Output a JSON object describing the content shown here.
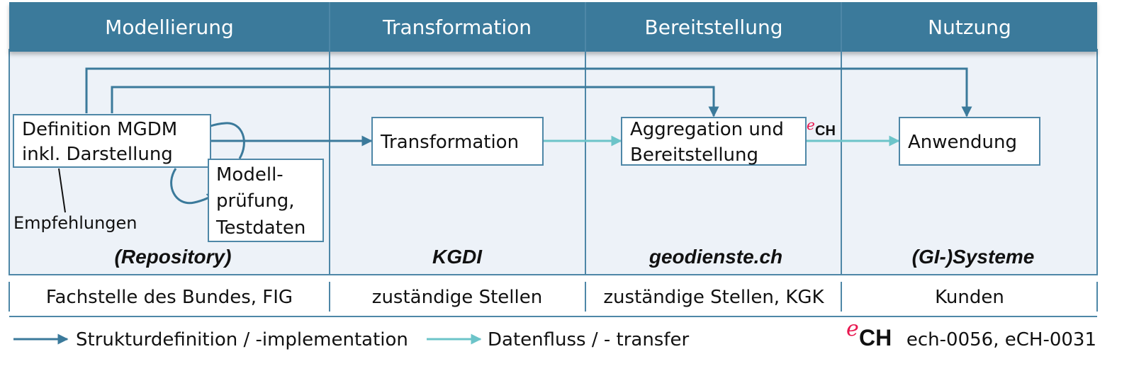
{
  "colors": {
    "header_bg": "#3b7a9b",
    "panel_bg": "#edf2f8",
    "border": "#4e87a7",
    "structure_arrow": "#3b7a9b",
    "dataflow_arrow": "#6cc4c9",
    "ech_red": "#e8174f"
  },
  "columns": [
    {
      "header": "Modellierung",
      "system": "(Repository)",
      "organization": "Fachstelle des Bundes, FIG"
    },
    {
      "header": "Transformation",
      "system": "KGDI",
      "organization": "zuständige Stellen"
    },
    {
      "header": "Bereitstellung",
      "system": "geodienste.ch",
      "organization": "zuständige Stellen, KGK"
    },
    {
      "header": "Nutzung",
      "system": "(GI-)Systeme",
      "organization": "Kunden"
    }
  ],
  "boxes": {
    "definition": {
      "line1": "Definition MGDM",
      "line2": "inkl. Darstellung"
    },
    "modellpruefung": {
      "line1": "Modell-",
      "line2": "prüfung,",
      "line3": "Testdaten"
    },
    "transformation": {
      "line1": "Transformation"
    },
    "aggregation": {
      "line1": "Aggregation und",
      "line2": "Bereitstellung"
    },
    "anwendung": {
      "line1": "Anwendung"
    }
  },
  "annotations": {
    "empfehlungen": "Empfehlungen",
    "ech_logo_e": "e",
    "ech_logo_ch": "CH"
  },
  "legend": {
    "structure_label": "Strukturdefinition / -implementation",
    "dataflow_label": "Datenfluss / - transfer",
    "standards": "ech-0056, eCH-0031"
  }
}
